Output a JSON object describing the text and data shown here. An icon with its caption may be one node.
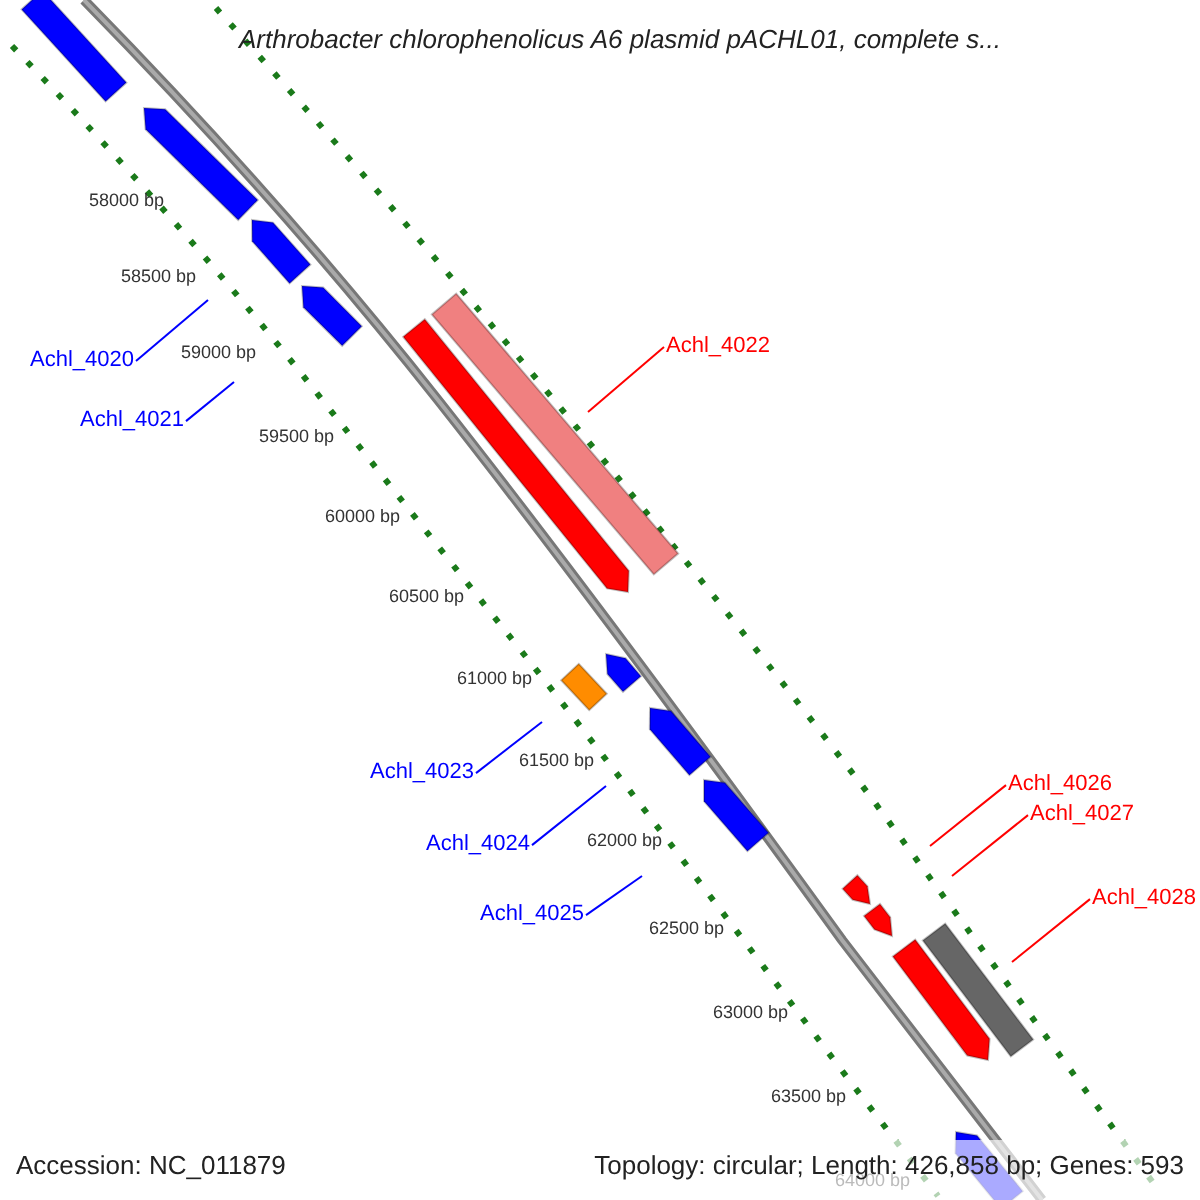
{
  "diagram": {
    "title": "Arthrobacter chlorophenolicus A6 plasmid pACHL01, complete s...",
    "nodes": [
      {
        "text": [
          "Achl_4022"
        ]
      },
      {
        "text": [
          "Achl_4020"
        ]
      },
      {
        "text": [
          "Achl_4021"
        ]
      },
      {
        "text": [
          "Achl_4023"
        ]
      },
      {
        "text": [
          "Achl_4026"
        ]
      },
      {
        "text": [
          "Achl_4027"
        ]
      },
      {
        "text": [
          "Achl_4024"
        ]
      },
      {
        "text": [
          "Achl_4028"
        ]
      },
      {
        "text": [
          "Achl_4025"
        ]
      }
    ],
    "edges": [
      {
        "from": 0,
        "to": null,
        "arrow": "none",
        "color": "#ff0000"
      },
      {
        "from": 1,
        "to": null,
        "arrow": "none"
      },
      {
        "from": 2,
        "to": null,
        "arrow": "none"
      },
      {
        "from": 3,
        "to": null,
        "arrow": "none"
      },
      {
        "from": 4,
        "to": null,
        "arrow": "none",
        "color": "#ff0000"
      },
      {
        "from": 5,
        "to": null,
        "arrow": "none",
        "color": "#ff0000"
      },
      {
        "from": 6,
        "to": null,
        "arrow": "none"
      },
      {
        "from": 7,
        "to": null,
        "arrow": "none",
        "color": "#ff0000"
      },
      {
        "from": 8,
        "to": null,
        "arrow": "none"
      }
    ],
    "labels": [
      "58000 bp",
      "58500 bp",
      "59000 bp",
      "59500 bp",
      "60000 bp",
      "60500 bp",
      "61000 bp",
      "61500 bp",
      "62000 bp",
      "62500 bp",
      "63000 bp",
      "63500 bp",
      "64000 bp",
      "Accession: NC_011879",
      "Topology: circular; Length: 426,858 bp; Genes: 593"
    ]
  }
}
